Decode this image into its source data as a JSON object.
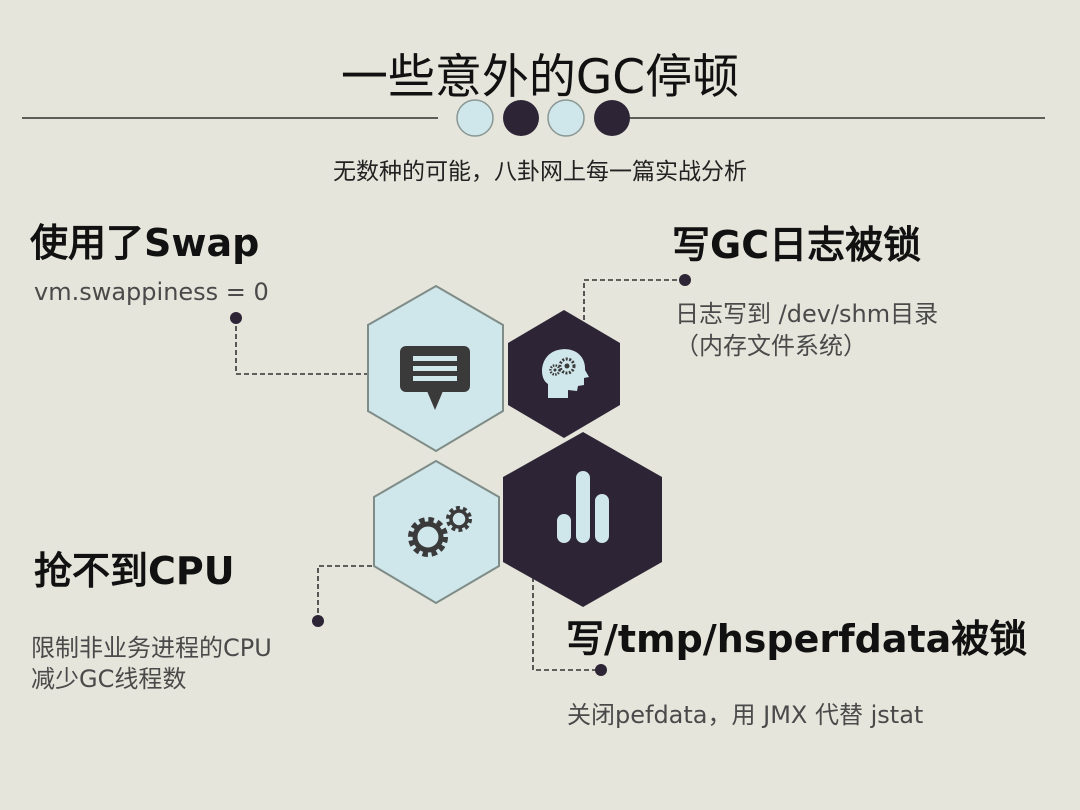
{
  "header": {
    "title": "一些意外的GC停顿",
    "subtitle": "无数种的可能，八卦网上每一篇实战分析"
  },
  "colors": {
    "background": "#e5e5db",
    "light": "#cfe6ea",
    "light_stroke": "#7f8c88",
    "dark": "#2d2536",
    "icon": "#3a3a3a",
    "rule": "#5e5e58"
  },
  "decor_circles": [
    "light",
    "dark",
    "light",
    "dark"
  ],
  "items": [
    {
      "heading": "使用了Swap",
      "lines": [
        "vm.swappiness = 0"
      ],
      "icon": "speech-bubble-icon"
    },
    {
      "heading": "写GC日志被锁",
      "lines": [
        "日志写到 /dev/shm目录",
        "（内存文件系统）"
      ],
      "icon": "head-gears-icon"
    },
    {
      "heading": "抢不到CPU",
      "lines": [
        "限制非业务进程的CPU",
        "减少GC线程数"
      ],
      "icon": "gears-icon"
    },
    {
      "heading": "写/tmp/hsperfdata被锁",
      "lines": [
        "关闭pefdata，用 JMX 代替 jstat"
      ],
      "icon": "bar-chart-icon"
    }
  ]
}
